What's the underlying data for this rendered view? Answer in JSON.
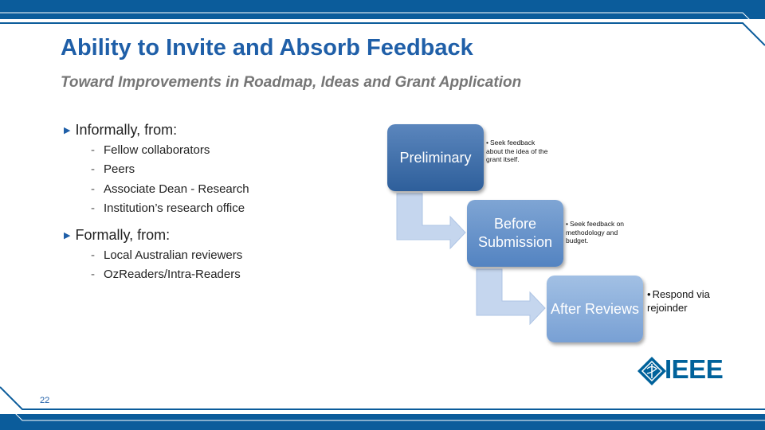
{
  "slide": {
    "title": "Ability to Invite and Absorb Feedback",
    "subtitle": "Toward Improvements in Roadmap, Ideas and Grant Application",
    "page_number": "22",
    "logo_text": "IEEE",
    "colors": {
      "accent": "#1f5fa8",
      "band": "#0b5c9b",
      "subtitle": "#767676"
    }
  },
  "bullets": [
    {
      "label": "Informally, from:",
      "items": [
        "Fellow collaborators",
        "Peers",
        "Associate Dean - Research",
        "Institution’s research office"
      ]
    },
    {
      "label": "Formally, from:",
      "items": [
        "Local Australian reviewers",
        "OzReaders/Intra-Readers"
      ]
    }
  ],
  "process": [
    {
      "label": "Preliminary",
      "note": "Seek feedback about the idea of the grant itself."
    },
    {
      "label": "Before Submission",
      "note": "Seek feedback on methodology and budget."
    },
    {
      "label": "After Reviews",
      "note": "Respond via rejoinder"
    }
  ]
}
